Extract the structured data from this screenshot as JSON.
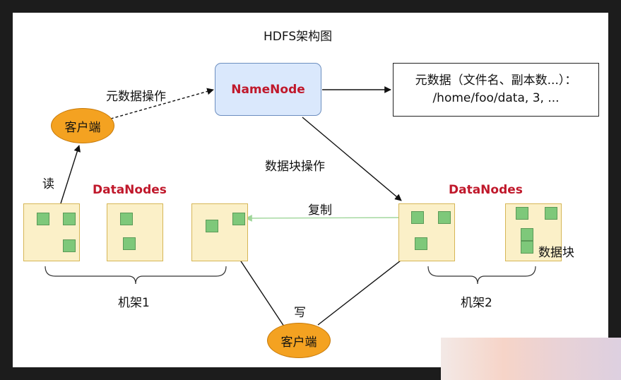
{
  "diagram": {
    "title": "HDFS架构图",
    "namenode": {
      "label": "NameNode"
    },
    "metadata": {
      "line1": "元数据（文件名、副本数...）：",
      "line2": "/home/foo/data, 3, ..."
    },
    "client_top": {
      "label": "客户端"
    },
    "client_bottom": {
      "label": "客户端"
    },
    "datanodes_left_label": "DataNodes",
    "datanodes_right_label": "DataNodes",
    "edge_labels": {
      "metadata_ops": "元数据操作",
      "read": "读",
      "block_ops": "数据块操作",
      "replicate": "复制",
      "write": "写"
    },
    "block_label": "数据块",
    "rack1": "机架1",
    "rack2": "机架2"
  },
  "colors": {
    "namenode_fill": "#dae8fc",
    "namenode_text": "#c0182b",
    "client_fill": "#f4a221",
    "datanode_fill": "#fbf0c8",
    "block_fill": "#7ec87a",
    "replicate_line": "#9fd69a"
  }
}
